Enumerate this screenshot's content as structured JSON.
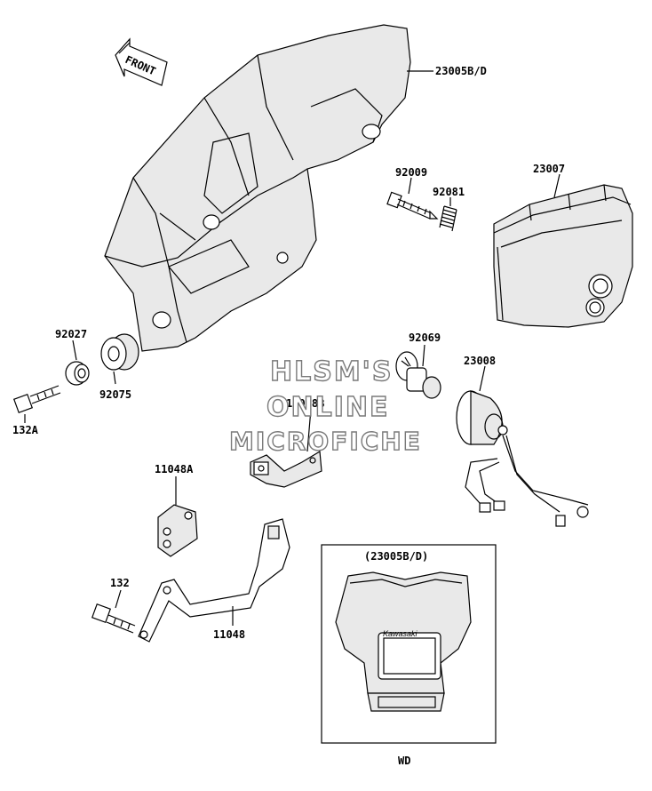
{
  "diagram": {
    "front_arrow_label": "FRONT",
    "parts": [
      {
        "id": "p_23005bd",
        "label": "23005B/D"
      },
      {
        "id": "p_92009",
        "label": "92009"
      },
      {
        "id": "p_92081",
        "label": "92081"
      },
      {
        "id": "p_23007",
        "label": "23007"
      },
      {
        "id": "p_92027",
        "label": "92027"
      },
      {
        "id": "p_92075",
        "label": "92075"
      },
      {
        "id": "p_132a",
        "label": "132A"
      },
      {
        "id": "p_92069",
        "label": "92069"
      },
      {
        "id": "p_23008",
        "label": "23008"
      },
      {
        "id": "p_11048b",
        "label": "11048B"
      },
      {
        "id": "p_11048a",
        "label": "11048A"
      },
      {
        "id": "p_132",
        "label": "132"
      },
      {
        "id": "p_11048",
        "label": "11048"
      }
    ],
    "inset": {
      "title": "(23005B/D)",
      "badge_text": "Kawasaki",
      "caption": "WD"
    },
    "watermark": [
      "HLSM'S",
      "ONLINE",
      "MICROFICHE"
    ]
  }
}
